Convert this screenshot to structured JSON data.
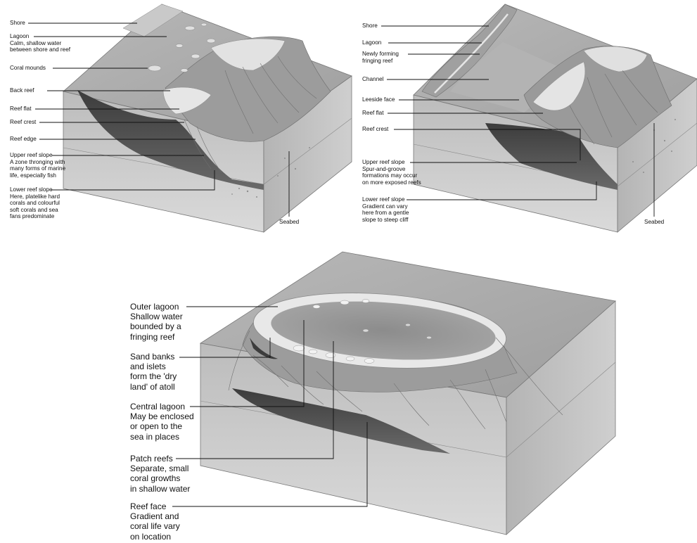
{
  "panels": {
    "fringing_reef": {
      "labels": [
        {
          "title": "Shore",
          "desc": ""
        },
        {
          "title": "Lagoon",
          "desc": "Calm, shallow water\nbetween shore and reef"
        },
        {
          "title": "Coral mounds",
          "desc": ""
        },
        {
          "title": "Back reef",
          "desc": ""
        },
        {
          "title": "Reef flat",
          "desc": ""
        },
        {
          "title": "Reef crest",
          "desc": ""
        },
        {
          "title": "Reef edge",
          "desc": ""
        },
        {
          "title": "Upper reef slope",
          "desc": "A zone thronging with\nmany forms of marine\nlife, especially fish"
        },
        {
          "title": "Lower reef slope",
          "desc": "Here, platelike hard\ncorals and colourful\nsoft corals and sea\nfans predominate"
        },
        {
          "title": "Seabed",
          "desc": ""
        }
      ]
    },
    "barrier_reef": {
      "labels": [
        {
          "title": "Shore",
          "desc": ""
        },
        {
          "title": "Lagoon",
          "desc": ""
        },
        {
          "title": "Newly forming",
          "desc": "fringing reef"
        },
        {
          "title": "Channel",
          "desc": ""
        },
        {
          "title": "Leeside face",
          "desc": ""
        },
        {
          "title": "Reef flat",
          "desc": ""
        },
        {
          "title": "Reef crest",
          "desc": ""
        },
        {
          "title": "Upper reef slope",
          "desc": "Spur-and-groove\nformations may occur\non more exposed reefs"
        },
        {
          "title": "Lower reef slope",
          "desc": "Gradient can vary\nhere from a gentle\nslope to steep cliff"
        },
        {
          "title": "Seabed",
          "desc": ""
        }
      ]
    },
    "atoll": {
      "labels": [
        {
          "title": "Outer lagoon",
          "desc": "Shallow water\nbounded by a\nfringing reef"
        },
        {
          "title": "Sand banks",
          "desc": "and islets\nform the 'dry\nland' of atoll"
        },
        {
          "title": "Central lagoon",
          "desc": "May be enclosed\nor open to the\nsea in places"
        },
        {
          "title": "Patch reefs",
          "desc": "Separate, small\ncoral growths\nin shallow water"
        },
        {
          "title": "Reef face",
          "desc": "Gradient and\ncoral life vary\non location"
        }
      ]
    }
  },
  "colors": {
    "water_top": "#a9a9a9",
    "lagoon": "#9a9a9a",
    "block_front": "#cfcfcf",
    "block_side": "#bdbdbd",
    "deep": "#4a4a4a",
    "reef": "#e8e8e8",
    "leader": "#111111"
  }
}
